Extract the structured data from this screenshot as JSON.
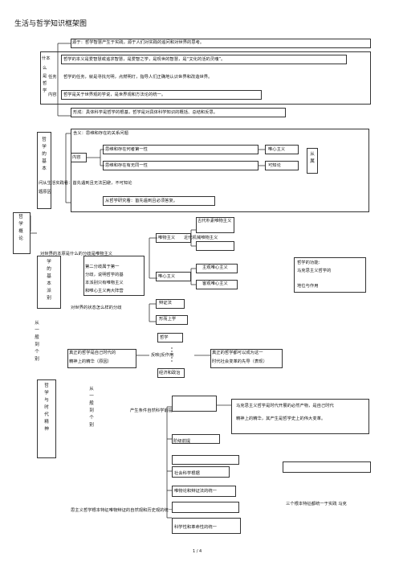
{
  "title": "生活与哲学知识框架图",
  "page_number": "1 / 4",
  "sec1": {
    "source": "源于：哲学智慧产生于实践，源于人们对实践的追问和对世界的思考。",
    "what_q_a": "什本",
    "what_q_b": "么",
    "what_q_c": "是",
    "what_q_d": "哲",
    "what_q_e": "学",
    "essence": "哲学的本义是爱智慧或追求智慧，是爱智之学，是现世的智慧，是“文化的活的灵魂”。",
    "task_label": "任务",
    "task": "哲学的任务，就是寻找光明，点燃明灯，指导人们正确地认识世界和改造世界。",
    "content_label": "内容",
    "content": "哲学是关于世界观的学说，是世界观和方法论的统一。",
    "form": "形成：具体科学是哲学的根基，哲学是对具体科学知识的概括、总结和反思。"
  },
  "sec2": {
    "vertical": "哲学的基本",
    "meaning": "含义：思维和存在的关系问题",
    "neirong": "内容",
    "first": "思维和存在何者第一性",
    "first_result": "唯心主义",
    "second": "思维和存在有无同一性",
    "second_result": "可知论",
    "belong": "从属",
    "reason_a": "问从生活实践看：首先遇到且无法回避，不可知论",
    "reason_b": "题原因",
    "reason_c": "从哲学研究看：首先遇到且必须答复。"
  },
  "left_label": "哲学概论",
  "sec3": {
    "vertical": "学的基本派别",
    "q1": "对世界的本原是什么的分歧是唯物主义",
    "materialism": "唯物主义",
    "m1": "古代朴素唯物主义",
    "m2": "近代机械唯物主义",
    "idealism": "唯心主义",
    "i1": "主观唯心主义",
    "i2": "客观唯心主义",
    "basis_1": "第二分歧属于第一",
    "basis_2": "分歧，说明哲学的基",
    "basis_3": "本派别只有唯物主义",
    "basis_4": "和唯心主义两大阵营",
    "q2": "对世界的状态怎么样的分歧",
    "dialectics": "辩证法",
    "metaphysics": "形而上学",
    "marx_1": "哲学的功能：",
    "marx_2": "马克思主义哲学的",
    "marx_3": "地位与作用"
  },
  "sec4": {
    "side": "从一般到个别",
    "true_phil_1": "真正的哲学是自己时代的",
    "true_phil_2": "精神上的精华（原因）",
    "philosophy": "哲学",
    "reaction": "反映|反作用",
    "econ_pol": "经济和政治",
    "true_phil_3": "真正的哲学都可以成为这一",
    "true_phil_4": "时代社会变革的先导（表现）"
  },
  "sec5": {
    "vertical": "哲学与时代精神",
    "side2": "从一般到个别",
    "cond": "产生条件自然科学前提",
    "marxism_1": "马克思主义哲学是时代开展的必然产物，是自己时代",
    "marxism_2": "精神上的精华，其产生是哲学史上的伟大变革。",
    "class": "阶级前提",
    "social": "社会科学根据",
    "unity1": "唯物论和辩证法的统一",
    "feature_1": "三个根本特征都统一于实践 马克",
    "feature_label": "思主义哲学根本特征唯物辩证的自然观和历史观的统一",
    "unity2": "科学性和革命性的统一"
  }
}
